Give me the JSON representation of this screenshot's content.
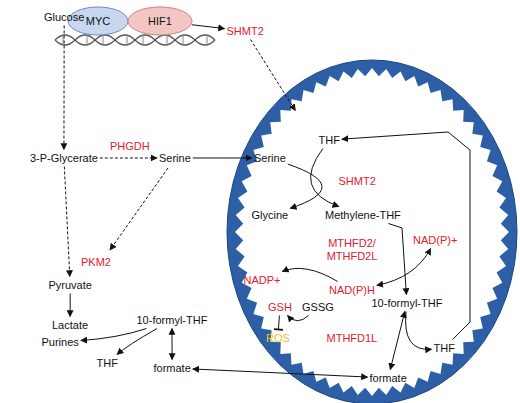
{
  "diagram": {
    "nodes": [
      {
        "text": [
          "MYC"
        ]
      },
      {
        "text": [
          "HIF1"
        ]
      },
      {
        "text": [
          "SHMT2"
        ]
      },
      {
        "text": [
          "Glucose"
        ]
      },
      {
        "text": [
          "3-P-Glycerate"
        ]
      },
      {
        "text": [
          "Serine"
        ]
      },
      {
        "text": [
          "Pyruvate"
        ]
      },
      {
        "text": [
          "Lactate"
        ]
      },
      {
        "text": []
      },
      {
        "text": [
          "Serine"
        ],
        "in": 8
      },
      {
        "text": [
          "THF"
        ],
        "in": 8
      },
      {
        "text": [
          "Glycine"
        ],
        "in": 8
      },
      {
        "text": [
          "Methylene-THF"
        ],
        "in": 8
      },
      {
        "text": [
          "NAD(P)+"
        ],
        "in": 8
      },
      {
        "text": [
          "NAD(P)H"
        ],
        "in": 8
      },
      {
        "text": [
          "NADP+"
        ],
        "in": 8
      },
      {
        "text": [
          "GSH"
        ],
        "in": 8
      },
      {
        "text": [
          "GSSG"
        ],
        "in": 8
      },
      {
        "text": [
          "ROS"
        ],
        "in": 8
      },
      {
        "text": [
          "10-formyl-THF"
        ],
        "in": 8
      },
      {
        "text": [
          "THF"
        ],
        "in": 8
      },
      {
        "text": [
          "formate"
        ],
        "in": 8
      },
      {
        "text": [
          "10-formyl-THF"
        ]
      },
      {
        "text": [
          "Purines"
        ]
      },
      {
        "text": [
          "THF"
        ]
      },
      {
        "text": [
          "formate"
        ]
      }
    ],
    "edges": [
      {
        "from": 1,
        "to": 2,
        "arrow": "to"
      },
      {
        "from": 2,
        "to": 8,
        "arrow": "to"
      },
      {
        "from": 3,
        "to": 4,
        "arrow": "to"
      },
      {
        "from": 4,
        "to": 5,
        "label": "PHGDH",
        "arrow": "to"
      },
      {
        "from": 4,
        "to": 6,
        "label": "PKM2",
        "arrow": "to"
      },
      {
        "from": 6,
        "to": 7,
        "arrow": "to"
      },
      {
        "from": 5,
        "to": 9,
        "arrow": "to"
      },
      {
        "from": 9,
        "to": 11,
        "label": "SHMT2",
        "arrow": "to"
      },
      {
        "from": 10,
        "to": 12,
        "arrow": "to"
      },
      {
        "from": 12,
        "to": 19,
        "label": "MTHFD2/ MTHFD2L",
        "arrow": "to"
      },
      {
        "from": 13,
        "to": 14,
        "arrow": "both"
      },
      {
        "from": 14,
        "to": 15,
        "arrow": "to"
      },
      {
        "from": 17,
        "to": 16,
        "arrow": "to"
      },
      {
        "from": 16,
        "to": 18,
        "arrow": "to"
      },
      {
        "from": 19,
        "to": 21,
        "label": "MTHFD1L",
        "arrow": "both"
      },
      {
        "from": 19,
        "to": 20,
        "arrow": "to"
      },
      {
        "from": 20,
        "to": 10,
        "arrow": "to"
      },
      {
        "from": 21,
        "to": 25,
        "arrow": "both"
      },
      {
        "from": 25,
        "to": 22,
        "arrow": "both"
      },
      {
        "from": 22,
        "to": 23,
        "arrow": "to"
      },
      {
        "from": 22,
        "to": 24,
        "arrow": "to"
      }
    ]
  }
}
